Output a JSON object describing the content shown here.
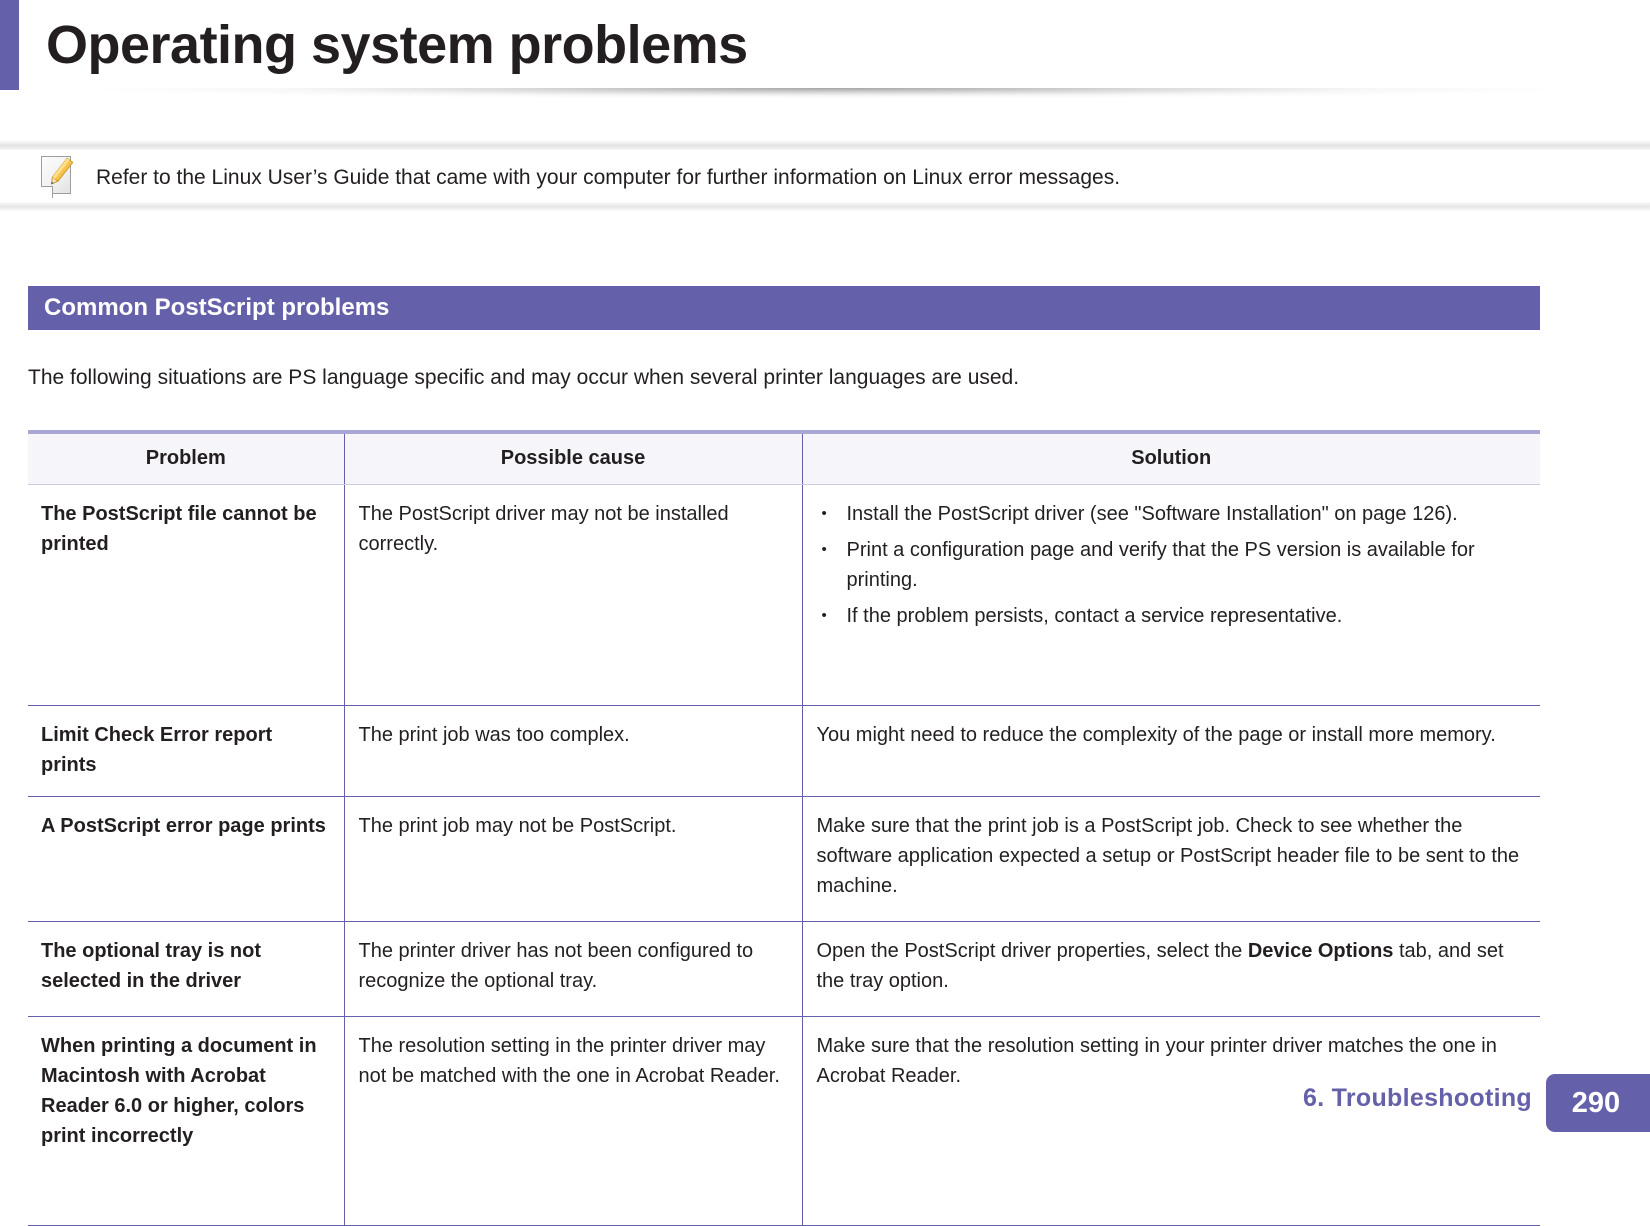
{
  "page": {
    "title": "Operating system problems",
    "accent_color": "#6460aa",
    "header_rule_color": "#aba7d4"
  },
  "note": {
    "icon": "note-pencil-icon",
    "text": "Refer to the Linux User’s Guide that came with your computer for further information on Linux error messages."
  },
  "section": {
    "heading": "Common PostScript problems",
    "intro": "The following situations are PS language specific and may occur when several printer languages are used."
  },
  "table": {
    "headers": [
      "Problem",
      "Possible cause",
      "Solution"
    ],
    "rows": [
      {
        "problem": "The PostScript file cannot be printed",
        "cause": "The PostScript driver may not be installed correctly.",
        "solution_bullets": [
          "Install the PostScript driver (see \"Software Installation\" on page 126).",
          "Print a configuration page and verify that the PS version is available for printing.",
          "If the problem persists, contact a service representative."
        ]
      },
      {
        "problem": "Limit Check Error report prints",
        "cause": "The print job was too complex.",
        "solution": "You might need to reduce the complexity of the page or install more memory."
      },
      {
        "problem": "A PostScript error page prints",
        "cause": "The print job may not be PostScript.",
        "solution": "Make sure that the print job is a PostScript job. Check to see whether the software application expected a setup or PostScript header file to be sent to the machine."
      },
      {
        "problem": "The optional tray is not selected in the driver",
        "cause": "The printer driver has not been configured to recognize the optional tray.",
        "solution_pre": "Open the PostScript driver properties, select the ",
        "solution_bold": "Device Options",
        "solution_post": " tab, and set the tray option."
      },
      {
        "problem": "When printing a document in Macintosh with Acrobat Reader 6.0 or higher, colors print incorrectly",
        "cause": "The resolution setting in the printer driver may not be matched with the one in Acrobat Reader.",
        "solution": "Make sure that the resolution setting in your printer driver matches the one in Acrobat Reader."
      }
    ]
  },
  "footer": {
    "chapter": "6.  Troubleshooting",
    "page_number": "290"
  }
}
